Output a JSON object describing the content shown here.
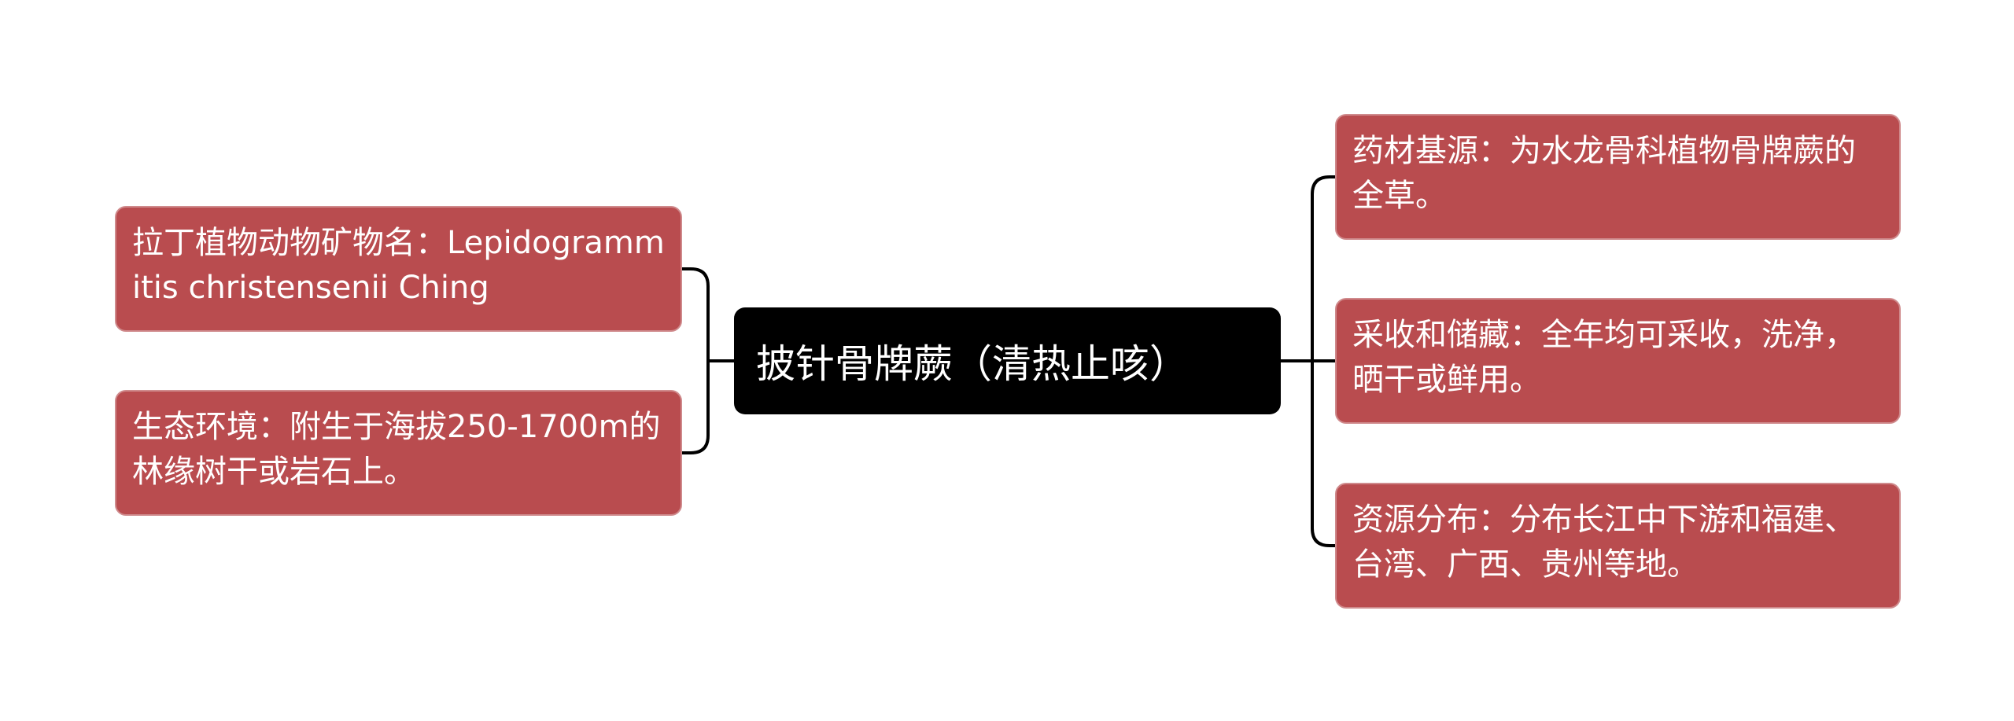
{
  "root": {
    "label": "披针骨牌蕨（清热止咳）"
  },
  "left_branches": [
    {
      "label": "拉丁植物动物矿物名：Lepidogrammitis christensenii Ching"
    },
    {
      "label": "生态环境：附生于海拔250-1700m的林缘树干或岩石上。"
    }
  ],
  "right_branches": [
    {
      "label": "药材基源：为水龙骨科植物骨牌蕨的全草。"
    },
    {
      "label": "采收和储藏：全年均可采收，洗净，晒干或鲜用。"
    },
    {
      "label": "资源分布：分布长江中下游和福建、台湾、广西、贵州等地。"
    }
  ],
  "colors": {
    "root_fill": "#000000",
    "leaf_fill": "#b94c4f",
    "leaf_border": "#cf8a8c",
    "connector": "#000000",
    "text": "#ffffff"
  }
}
